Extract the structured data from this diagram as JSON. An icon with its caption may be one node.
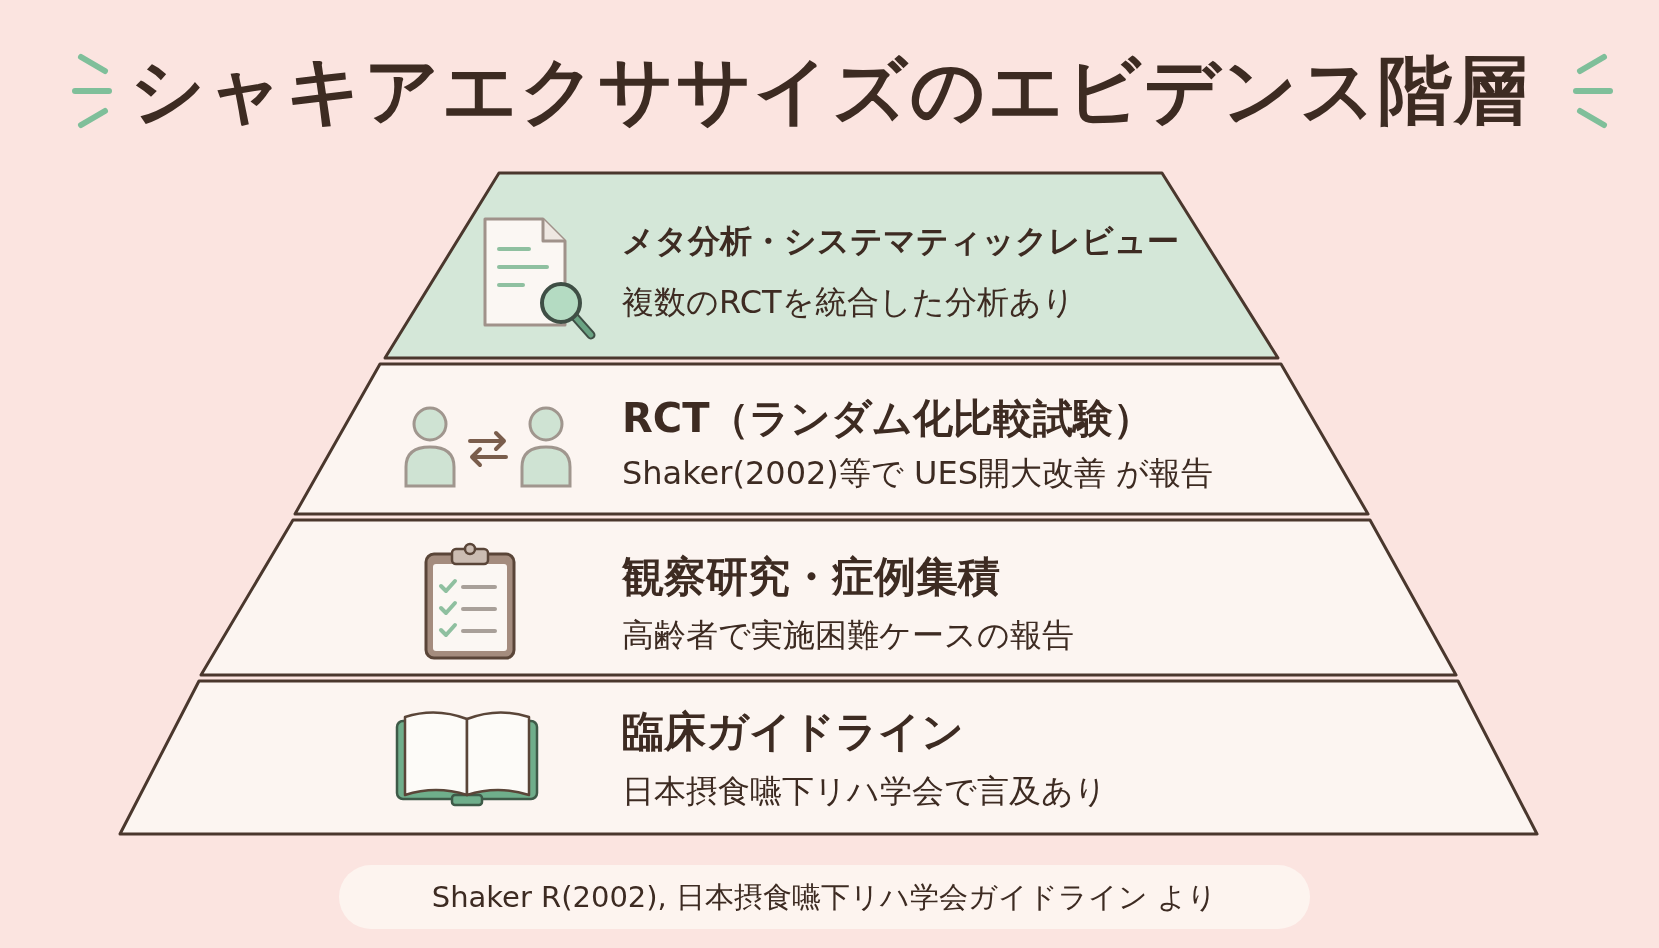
{
  "diagram": {
    "title": "シャキアエクササイズのエビデンス階層",
    "caption": "Shaker R(2002), 日本摂食嚥下リハ学会ガイドライン より",
    "nodes": [
      {
        "text": [
          "メタ分析・システマティックレビュー",
          "複数のRCTを統合した分析あり"
        ]
      },
      {
        "text": [
          "RCT（ランダム化比較試験）",
          "Shaker(2002)等で UES開大改善 が報告"
        ]
      },
      {
        "text": [
          "観察研究・症例集積",
          "高齢者で実施困難ケースの報告"
        ]
      },
      {
        "text": [
          "臨床ガイドライン",
          "日本摂食嚥下リハ学会で言及あり"
        ]
      }
    ]
  }
}
